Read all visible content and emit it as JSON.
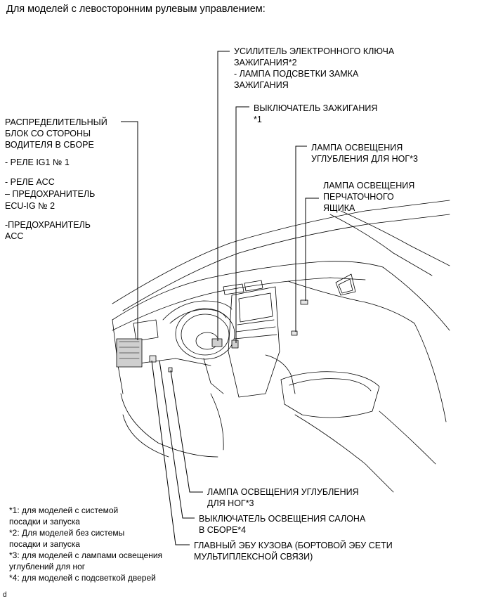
{
  "header": {
    "title": "Для моделей с левосторонним рулевым управлением:"
  },
  "callouts": {
    "smart_key_amp": [
      "УСИЛИТЕЛЬ ЭЛЕКТРОННОГО КЛЮЧА",
      "ЗАЖИГАНИЯ*2",
      "- ЛАМПА ПОДСВЕТКИ ЗАМКА",
      "ЗАЖИГАНИЯ"
    ],
    "ignition_switch": [
      "ВЫКЛЮЧАТЕЛЬ ЗАЖИГАНИЯ",
      "*1"
    ],
    "footwell_lamp_right": [
      "ЛАМПА ОСВЕЩЕНИЯ",
      "УГЛУБЛЕНИЯ ДЛЯ НОГ*3"
    ],
    "glovebox_lamp": [
      "ЛАМПА ОСВЕЩЕНИЯ",
      "ПЕРЧАТОЧНОГО",
      "ЯЩИКА"
    ],
    "junction_block": [
      "РАСПРЕДЕЛИТЕЛЬНЫЙ",
      "БЛОК СО СТОРОНЫ",
      "ВОДИТЕЛЯ В СБОРЕ"
    ],
    "jb_items": [
      "- РЕЛЕ IG1 № 1",
      "- РЕЛЕ ACC",
      "– ПРЕДОХРАНИТЕЛЬ",
      "ECU-IG № 2",
      "-ПРЕДОХРАНИТЕЛЬ",
      "ACC"
    ],
    "footwell_lamp_left": [
      "ЛАМПА ОСВЕЩЕНИЯ УГЛУБЛЕНИЯ",
      "ДЛЯ НОГ*3"
    ],
    "courtesy_switch": [
      "ВЫКЛЮЧАТЕЛЬ ОСВЕЩЕНИЯ САЛОНА",
      "В СБОРЕ*4"
    ],
    "body_ecu": [
      "ГЛАВНЫЙ ЭБУ КУЗОВА (БОРТОВОЙ ЭБУ СЕТИ",
      "МУЛЬТИПЛЕКСНОЙ СВЯЗИ)"
    ]
  },
  "notes": [
    "*1: для моделей с системой",
    "посадки и запуска",
    "*2: Для моделей без системы",
    "посадки и запуска",
    "*3: для моделей с лампами освещения",
    "углублений для ног",
    "*4: для моделей с подсветкой дверей"
  ],
  "corner_mark": "d"
}
